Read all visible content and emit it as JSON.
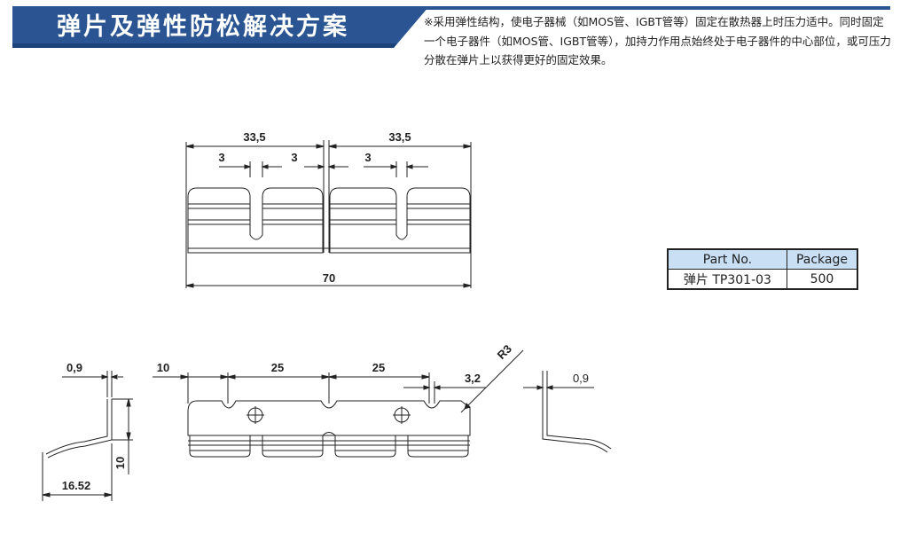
{
  "title": "弹片及弹性防松解决方案",
  "description": "※采用弹性结构，使电子器械（如MOS管、IGBT管等）固定在散热器上时压力适中。同时固定一个电子器件（如MOS管、IGBT管等），加持力作用点始终处于电子器件的中心部位，或可压力分散在弹片上以获得更好的固定效果。",
  "colors": {
    "banner": "#2a5592",
    "banner_dark": "#1d4279",
    "table_header": "#c9dff4"
  },
  "table": {
    "headers": [
      "Part No.",
      "Package"
    ],
    "rows": [
      [
        "弹片 TP301-03",
        "500"
      ]
    ]
  },
  "top_view_dims": {
    "w_left": "33,5",
    "w_right": "33,5",
    "slot_a": "3",
    "slot_b": "3",
    "slot_c": "3",
    "total": "70"
  },
  "front_view_dims": {
    "d1": "10",
    "d2": "25",
    "d3": "25",
    "d4": "3,2",
    "radius": "R3"
  },
  "side_view_left_dims": {
    "thickness": "0,9",
    "height": "10",
    "length": "16.52"
  },
  "side_view_right_dims": {
    "thickness": "0,9"
  }
}
